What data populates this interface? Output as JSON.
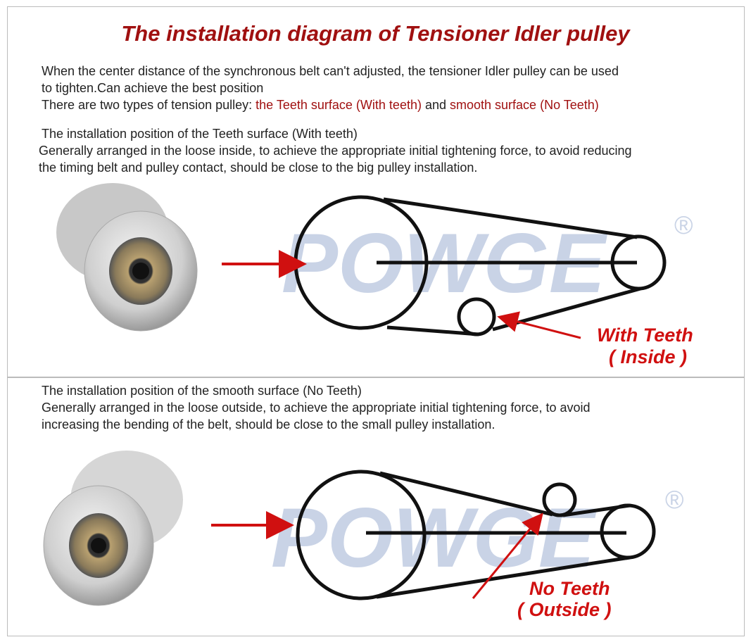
{
  "title": "The installation diagram of Tensioner Idler pulley",
  "intro": {
    "line1": "When the center distance of the synchronous belt can't adjusted, the tensioner Idler pulley can be used",
    "line2": "to tighten.Can achieve the best position",
    "line3_prefix": "There are two types of tension pulley: ",
    "type_teeth": "the Teeth surface (With teeth)",
    "and": " and ",
    "type_smooth": "smooth surface (No Teeth)"
  },
  "section_teeth": {
    "heading": "The installation position of the Teeth surface (With teeth)",
    "line1": "Generally arranged in the loose inside, to achieve the appropriate initial tightening force, to avoid reducing",
    "line2": "the timing belt and pulley contact, should be close to the big pulley installation.",
    "label1": "With Teeth",
    "label2": "( Inside )"
  },
  "section_smooth": {
    "heading": "The installation position of the smooth surface (No Teeth)",
    "line1": "Generally arranged in the loose outside, to achieve the appropriate initial tightening force, to avoid",
    "line2": "increasing the bending of the belt, should be close to the small pulley installation.",
    "label1": "No Teeth",
    "label2": "( Outside )"
  },
  "watermark": "POWGE",
  "registered": "®",
  "colors": {
    "accent": "#a01010",
    "label": "#d01010",
    "watermark": "#c9d3e6"
  }
}
